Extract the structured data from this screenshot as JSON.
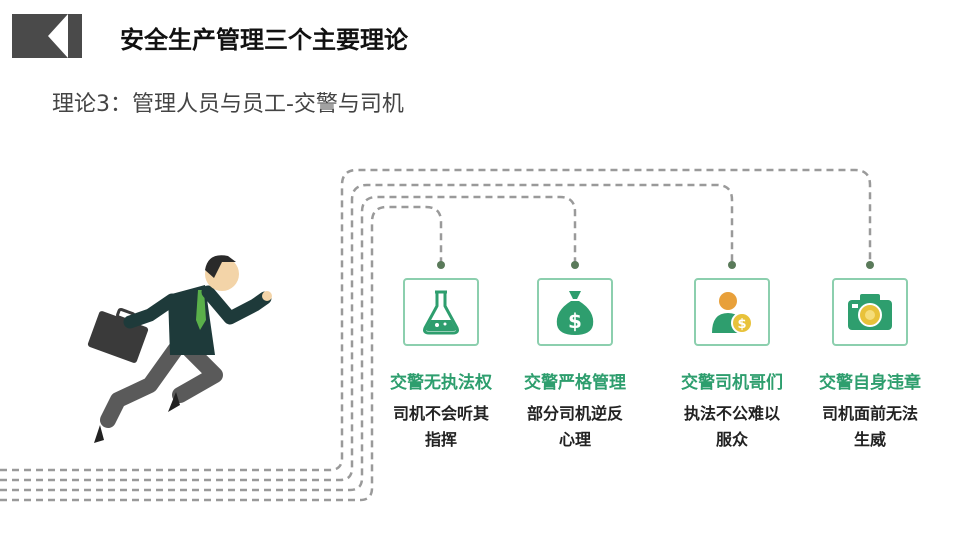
{
  "title": "安全生产管理三个主要理论",
  "subtitle": "理论3：管理人员与员工-交警与司机",
  "colors": {
    "accent": "#2e9e6e",
    "dark": "#4a4a4a",
    "path": "#9a9a9a"
  },
  "items": [
    {
      "title": "交警无执法权",
      "line1": "司机不会听其",
      "line2": "指挥",
      "icon": "flask-icon"
    },
    {
      "title": "交警严格管理",
      "line1": "部分司机逆反",
      "line2": "心理",
      "icon": "money-bag-icon"
    },
    {
      "title": "交警司机哥们",
      "line1": "执法不公难以",
      "line2": "服众",
      "icon": "person-coin-icon"
    },
    {
      "title": "交警自身违章",
      "line1": "司机面前无法",
      "line2": "生威",
      "icon": "camera-icon"
    }
  ]
}
